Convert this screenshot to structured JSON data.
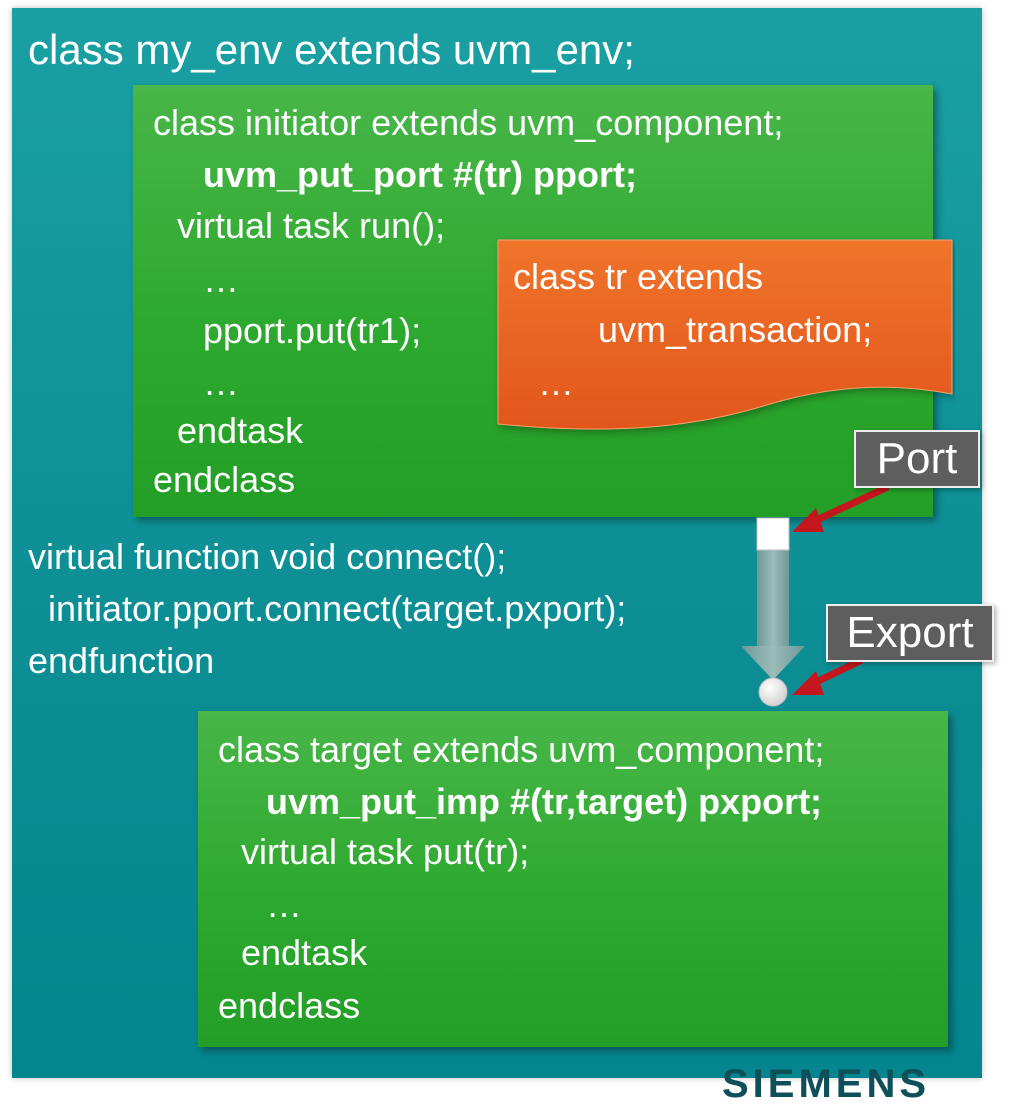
{
  "env": {
    "header": "class my_env extends uvm_env;",
    "connect": [
      "virtual function void connect();",
      "  initiator.pport.connect(target.pxport);",
      "endfunction"
    ]
  },
  "initiator": {
    "lines": [
      "class initiator extends uvm_component;",
      "uvm_put_port #(tr) pport;",
      "virtual task run();",
      "…",
      "pport.put(tr1);",
      "…",
      "endtask",
      "endclass"
    ]
  },
  "transaction": {
    "lines": [
      "class tr extends",
      "uvm_transaction;",
      "…"
    ]
  },
  "target": {
    "lines": [
      "class target extends uvm_component;",
      "uvm_put_imp #(tr,target) pxport;",
      "virtual task put(tr);",
      "…",
      "endtask",
      "endclass"
    ]
  },
  "labels": {
    "port": "Port",
    "export": "Export"
  },
  "logo": "SIEMENS",
  "colors": {
    "background": "#0f9197",
    "code_box": "#2ea92f",
    "transaction_box": "#ee6a22",
    "label_box": "#5e5e5e",
    "pointer_arrow": "#c4161c",
    "connection_arrow": "#7fa6a3"
  }
}
